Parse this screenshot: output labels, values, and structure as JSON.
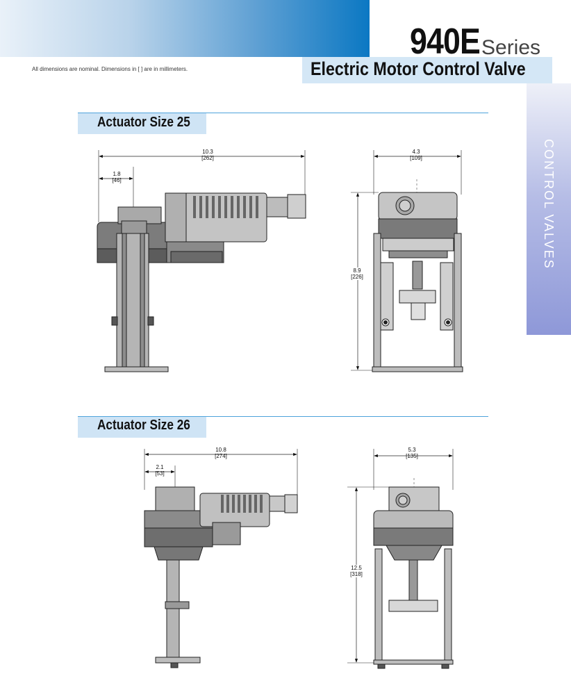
{
  "header": {
    "series_code": "940E",
    "series_word": "Series",
    "subtitle": "Electric Motor Control Valve",
    "note": "All dimensions are nominal.  Dimensions in [ ] are in millimeters."
  },
  "side_tab": {
    "label": "CONTROL VALVES"
  },
  "sections": [
    {
      "title": "Actuator Size 25",
      "side_view": {
        "overall_width": {
          "in": "10.3",
          "mm": "[262]"
        },
        "offset": {
          "in": "1.8",
          "mm": "[46]"
        }
      },
      "front_view": {
        "width": {
          "in": "4.3",
          "mm": "[109]"
        },
        "height": {
          "in": "8.9",
          "mm": "[226]"
        }
      }
    },
    {
      "title": "Actuator Size 26",
      "side_view": {
        "overall_width": {
          "in": "10.8",
          "mm": "[274]"
        },
        "offset": {
          "in": "2.1",
          "mm": "[53]"
        }
      },
      "front_view": {
        "width": {
          "in": "5.3",
          "mm": "[135]"
        },
        "height": {
          "in": "12.5",
          "mm": "[318]"
        }
      }
    }
  ],
  "colors": {
    "header_gradient_end": "#0b78c3",
    "subtitle_band": "#d4e7f6",
    "section_band": "#cfe4f5",
    "section_rule": "#4da3db",
    "side_tab": "#8e98d8"
  }
}
